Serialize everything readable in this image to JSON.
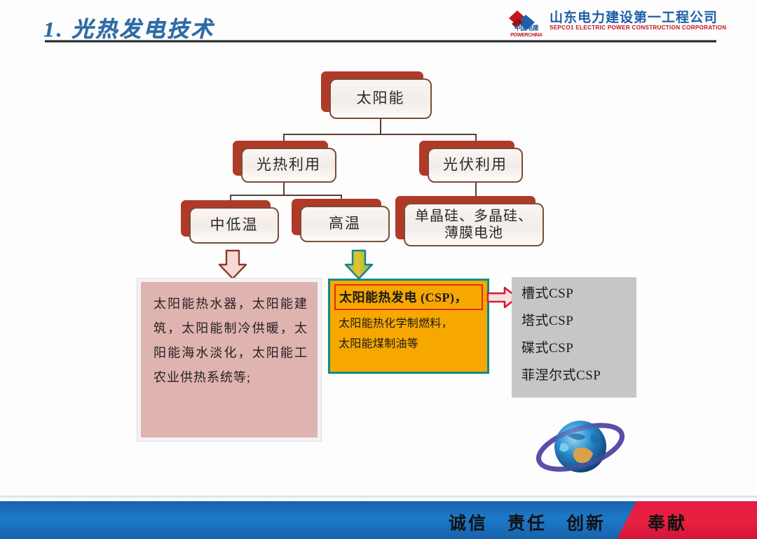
{
  "header": {
    "title": "1. 光热发电技术",
    "logo": {
      "mark_name": "powerchina-diamond-logo",
      "cn_short": "中国电建",
      "en_short": "POWERCHINA",
      "company_cn": "山东电力建设第一工程公司",
      "company_en": "SEPCO1 ELECTRIC POWER CONSTRUCTION CORPORATION"
    }
  },
  "diagram": {
    "root": {
      "label": "太阳能"
    },
    "level2": [
      {
        "label": "光热利用"
      },
      {
        "label": "光伏利用"
      }
    ],
    "level3": [
      {
        "label": "中低温"
      },
      {
        "label": "高温"
      },
      {
        "label": "单晶硅、多晶硅、\n薄膜电池"
      }
    ],
    "level3_pv_line1": "单晶硅、多晶硅、",
    "level3_pv_line2": "薄膜电池",
    "arrows": {
      "left_down": "arrow-down-icon",
      "right_down": "arrow-down-icon",
      "right_across": "arrow-right-icon"
    }
  },
  "panels": {
    "low_temp_applications": {
      "text": "太阳能热水器，太阳能建筑，太阳能制冷供暖，太阳能海水淡化，太阳能工农业供热系统等;"
    },
    "high_temp_applications": {
      "headline": "太阳能热发电 (CSP)，",
      "lines": [
        "太阳能热化学制燃料，",
        "太阳能煤制油等"
      ]
    },
    "csp_types": {
      "items": [
        "槽式CSP",
        "塔式CSP",
        "碟式CSP",
        "菲涅尔式CSP"
      ]
    },
    "globe_graphic": "globe-icon"
  },
  "footer": {
    "slogan_1": "诚信",
    "slogan_2": "责任",
    "slogan_3": "创新",
    "dedication": "奉献"
  },
  "colors": {
    "title_blue": "#2f6ba3",
    "node_shadow_red": "#b03a28",
    "node_border_brown": "#7d4b35",
    "pink_panel": "#dfb3b0",
    "csp_orange": "#f7a800",
    "csp_border_teal": "#0f8a8a",
    "csp_highlight_red": "#d9301a",
    "gray_panel": "#c6c6c6",
    "footer_blue": "#1763ac",
    "footer_red": "#e31b47",
    "logo_blue": "#1d5fa8",
    "logo_red": "#c3161c"
  }
}
